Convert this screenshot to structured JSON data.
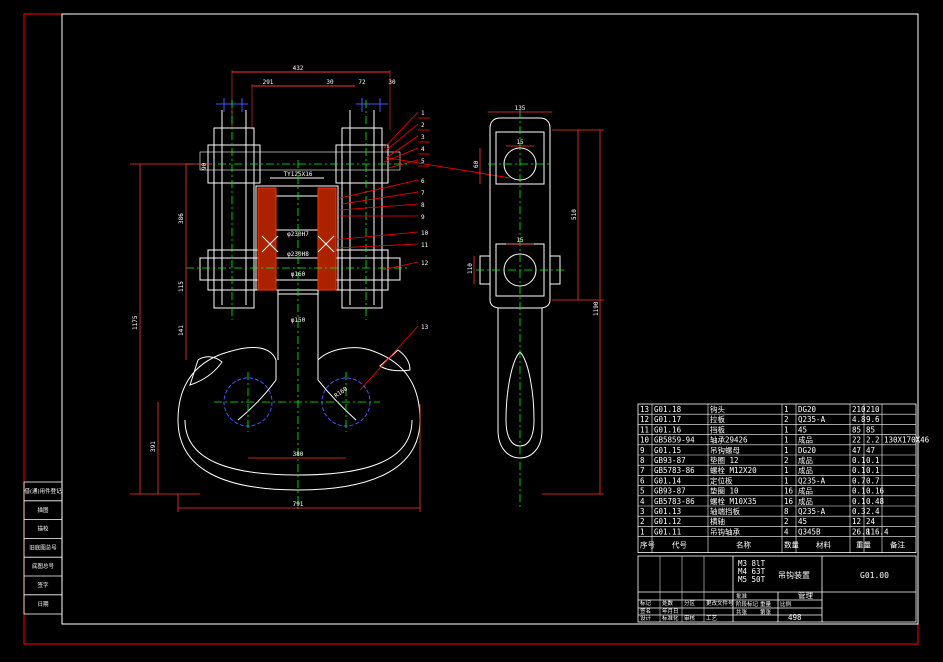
{
  "drawing": {
    "title": "吊钩装置",
    "drawing_no": "G01.00",
    "load_options": [
      "M3  8lT",
      "M4  63T",
      "M5  50T"
    ],
    "material_label": "管理",
    "weight": "498",
    "colors": {
      "background": "#000000",
      "frame": "#ff0000",
      "outline": "#ffffff",
      "centerline": "#00ff00",
      "dimension": "#ff3333",
      "leader": "#ff0000",
      "hatch": "#ff3300",
      "blue_marks": "#4455ff",
      "text": "#ffffff"
    }
  },
  "views": {
    "front": {
      "dim_top": "432",
      "dim_top_left": "291",
      "dim_top_mid": "30",
      "dim_top_right": "72",
      "dim_top_far": "30",
      "dim_left_outer": "1175",
      "dim_left_mid": "386",
      "dim_left_small": "115",
      "dim_left_low": "141",
      "dim_left_hook": "391",
      "dim_bottom": "791",
      "dim_hook_inner": "380",
      "dim_thread": "TY125X16",
      "dim_shaft1": "φ230H7",
      "dim_shaft2": "φ230H8",
      "dim_shaft3": "φ160",
      "dim_neck": "φ150",
      "dim_r": "R160",
      "dim_side": "90"
    },
    "side": {
      "dim_top": "135",
      "dim_inner1": "15",
      "dim_inner2": "15",
      "dim_h1": "60",
      "dim_h2": "110",
      "dim_right1": "510",
      "dim_right2": "1190"
    },
    "balloons": [
      "1",
      "2",
      "3",
      "4",
      "5",
      "6",
      "7",
      "8",
      "9",
      "10",
      "11",
      "12",
      "13"
    ]
  },
  "bom": {
    "rows": [
      {
        "no": "13",
        "code": "G01.18",
        "name": "钩头",
        "qty": "1",
        "mat": "DG20",
        "w1": "210",
        "w2": "210",
        "note": ""
      },
      {
        "no": "12",
        "code": "G01.17",
        "name": "拉板",
        "qty": "2",
        "mat": "Q235-A",
        "w1": "4.8",
        "w2": "9.6",
        "note": ""
      },
      {
        "no": "11",
        "code": "G01.16",
        "name": "挡板",
        "qty": "1",
        "mat": "45",
        "w1": "85",
        "w2": "85",
        "note": ""
      },
      {
        "no": "10",
        "code": "GB5859-94",
        "name": "轴承29426",
        "qty": "1",
        "mat": "成品",
        "w1": "22",
        "w2": "2.2",
        "note": "130X170X46"
      },
      {
        "no": "9",
        "code": "G01.15",
        "name": "吊钩螺母",
        "qty": "1",
        "mat": "DG20",
        "w1": "47",
        "w2": "47",
        "note": ""
      },
      {
        "no": "8",
        "code": "GB93-87",
        "name": "垫圈 12",
        "qty": "2",
        "mat": "成品",
        "w1": "0.1",
        "w2": "0.1",
        "note": ""
      },
      {
        "no": "7",
        "code": "GB5783-86",
        "name": "螺栓 M12X20",
        "qty": "1",
        "mat": "成品",
        "w1": "0.1",
        "w2": "0.1",
        "note": ""
      },
      {
        "no": "6",
        "code": "G01.14",
        "name": "定位板",
        "qty": "1",
        "mat": "Q235-A",
        "w1": "0.7",
        "w2": "0.7",
        "note": ""
      },
      {
        "no": "5",
        "code": "GB93-87",
        "name": "垫圈 10",
        "qty": "16",
        "mat": "成品",
        "w1": "0.1",
        "w2": "0.16",
        "note": ""
      },
      {
        "no": "4",
        "code": "GB5783-86",
        "name": "螺栓 M10X35",
        "qty": "16",
        "mat": "成品",
        "w1": "0.1",
        "w2": "0.48",
        "note": ""
      },
      {
        "no": "3",
        "code": "G01.13",
        "name": "轴端挡板",
        "qty": "8",
        "mat": "Q235-A",
        "w1": "0.3",
        "w2": "2.4",
        "note": ""
      },
      {
        "no": "2",
        "code": "G01.12",
        "name": "横轴",
        "qty": "2",
        "mat": "45",
        "w1": "12",
        "w2": "24",
        "note": ""
      },
      {
        "no": "1",
        "code": "G01.11",
        "name": "吊钩轴承",
        "qty": "4",
        "mat": "Q345B",
        "w1": "26.8",
        "w2": "116.4",
        "note": ""
      }
    ],
    "header": {
      "no": "序号",
      "code": "代号",
      "name": "名称",
      "qty": "数量",
      "mat": "材料",
      "w": "重量",
      "note": "备注"
    }
  },
  "side_panel": [
    "借(通)用件登记",
    "描图",
    "描校",
    "旧底图总号",
    "底图总号",
    "签字",
    "日期"
  ],
  "title_block": {
    "labels": [
      "标记",
      "处数",
      "分区",
      "更改文件号",
      "签名",
      "年月日",
      "设计",
      "标准化",
      "审核",
      "工艺",
      "批准",
      "阶段标记",
      "重量",
      "比例",
      "共张",
      "第张"
    ]
  }
}
